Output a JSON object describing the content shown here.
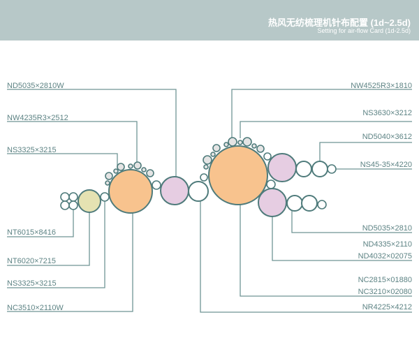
{
  "header": {
    "title": "热风无纺梳理机针布配置 (1d~2.5d)",
    "subtitle": "Setting for air-flow Card (1d-2.5d)"
  },
  "left_labels": [
    "ND5035×2810W",
    "NW4235R3×2512",
    "NS3325×3215",
    "NT6015×8416",
    "NT6020×7215",
    "NS3325×3215",
    "NC3510×2110W"
  ],
  "right_labels": [
    "NW4525R3×1810",
    "NS3630×3212",
    "ND5040×3612",
    "NS45-35×4220",
    "ND5035×2810",
    "ND4335×2110",
    "ND4032×02075",
    "NC2815×01880",
    "NC3210×02080",
    "NR4225×4212"
  ],
  "colors": {
    "line": "#6f9595",
    "stroke": "#4f7b7b",
    "orange": "#f8c38e",
    "pink": "#e6cde2",
    "yellow": "#e5e2b2",
    "gray": "#e4e4e4"
  }
}
